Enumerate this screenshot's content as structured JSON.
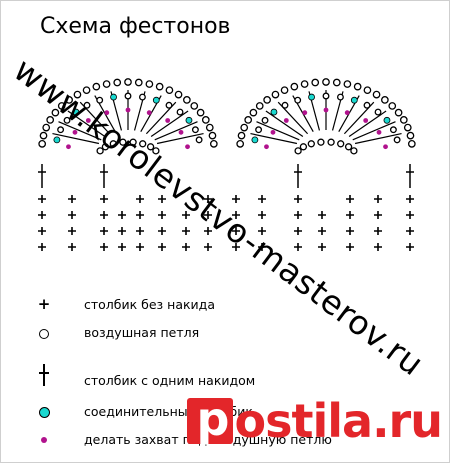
{
  "title": "Схема фестонов",
  "legend": [
    {
      "symbol": "plus",
      "label": "столбик без накида"
    },
    {
      "symbol": "ring",
      "label": "воздушная петля"
    },
    {
      "symbol": "tall-stitch",
      "label": "столбик с одним накидом"
    },
    {
      "symbol": "cyan-dot",
      "label": "соединительный столбик"
    },
    {
      "symbol": "magenta-dot",
      "label": "делать захват под воздушную петлю"
    }
  ],
  "watermark_url": "www.korolevstvo-masterov.ru",
  "watermark_logo": "ostila.ru",
  "watermark_logo_glyph": "p",
  "colors": {
    "connecting_stitch": "#19d9d0",
    "chain_capture": "#b1128d",
    "logo_red": "#e3262a"
  }
}
